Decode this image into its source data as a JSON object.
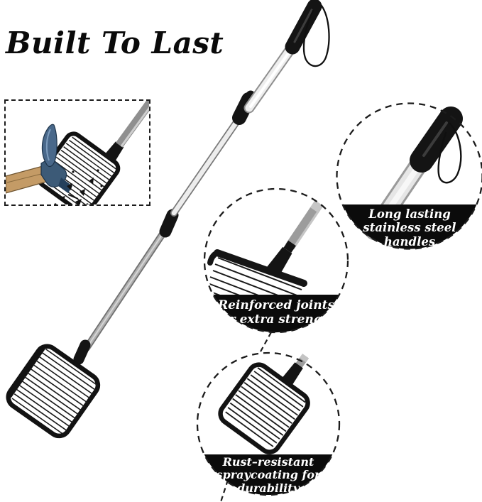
{
  "title": "Built To Last",
  "callouts": {
    "handles": {
      "lines": [
        "Long lasting",
        "stainless steel",
        "handles"
      ]
    },
    "joints": {
      "lines": [
        "Reinforced joints",
        "for extra strength"
      ]
    },
    "coating": {
      "lines": [
        "Rust–resistant",
        "spraycoating for",
        "durability"
      ]
    }
  },
  "colors": {
    "background": "#ffffff",
    "title_text": "#0a0a0a",
    "label_bg": "#0b0b0b",
    "label_text": "#ffffff",
    "grip_black": "#141414",
    "steel_light": "#ededed",
    "steel_mid": "#a9a9a9",
    "steel_dark": "#6f6f6f",
    "wood_handle": "#c49b66",
    "hammer_steel": "#49688a",
    "dashed_line": "#1c1c1c"
  },
  "icons": {
    "hammer": "claw-hammer-impact",
    "mesh_head": "grill-grate-square",
    "rope": "hanging-cord-loop",
    "callout_circle": "dashed-magnifier-circle"
  }
}
